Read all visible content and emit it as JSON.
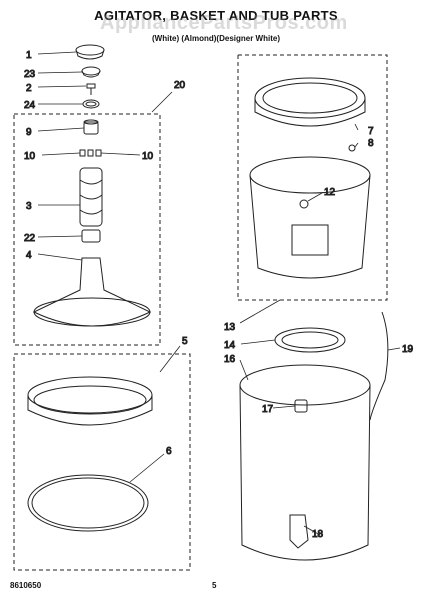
{
  "header": {
    "title": "AGITATOR, BASKET AND TUB PARTS",
    "subtitle": "",
    "variants": "(White)      (Almond)(Designer White)"
  },
  "watermark": "AppliancePartsPros.com",
  "footer": {
    "code": "8610650",
    "page": "5"
  },
  "callouts": {
    "c1": "1",
    "c23": "23",
    "c2": "2",
    "c24": "24",
    "c20": "20",
    "c9": "9",
    "c10a": "10",
    "c10b": "10",
    "c3": "3",
    "c22": "22",
    "c4": "4",
    "c5": "5",
    "c6": "6",
    "c7": "7",
    "c8": "8",
    "c12": "12",
    "c13": "13",
    "c14": "14",
    "c16": "16",
    "c17": "17",
    "c18": "18",
    "c19": "19"
  }
}
